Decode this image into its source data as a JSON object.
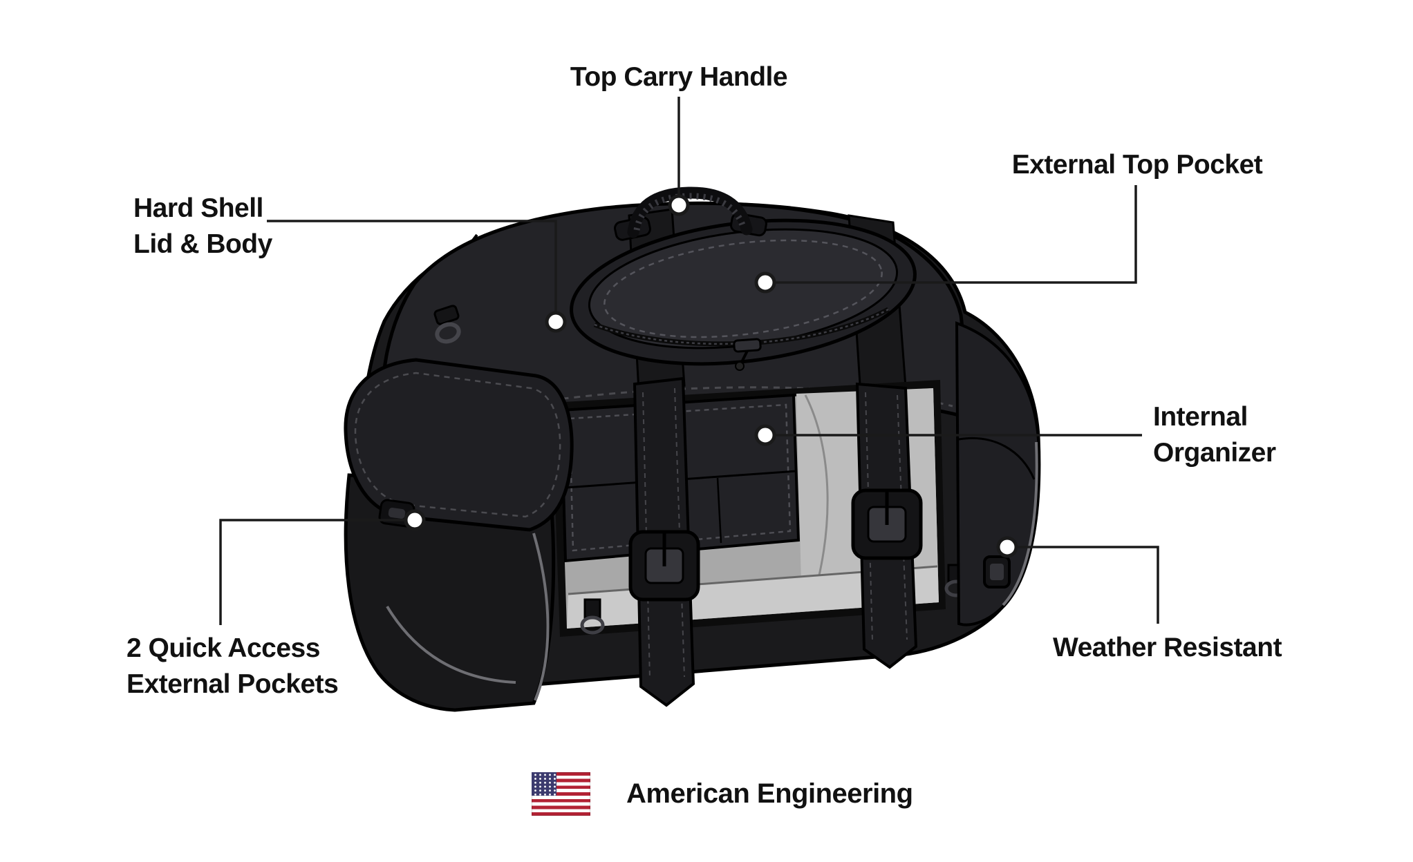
{
  "diagram_subject": "motorcycle-trunk-bag-feature-diagram",
  "callouts": [
    {
      "id": "top-carry-handle",
      "lines": [
        "Top Carry Handle"
      ]
    },
    {
      "id": "external-top-pocket",
      "lines": [
        "External Top Pocket"
      ]
    },
    {
      "id": "hard-shell-lid-body",
      "lines": [
        "Hard Shell",
        "Lid & Body"
      ]
    },
    {
      "id": "internal-organizer",
      "lines": [
        "Internal",
        "Organizer"
      ]
    },
    {
      "id": "quick-access-pockets",
      "lines": [
        "2 Quick Access",
        "External Pockets"
      ]
    },
    {
      "id": "weather-resistant",
      "lines": [
        "Weather Resistant"
      ]
    }
  ],
  "footer": {
    "text": "American Engineering",
    "flag_icon": "us-flag-icon"
  },
  "colors": {
    "label_text": "#111111",
    "callout_line": "#1a1a1a",
    "bag_shell": "#1a1a1c",
    "bag_lid": "#232327",
    "interior_gray": "#a8a8a8",
    "flag_red": "#B22234",
    "flag_blue": "#3C3B6E",
    "background": "#ffffff"
  }
}
